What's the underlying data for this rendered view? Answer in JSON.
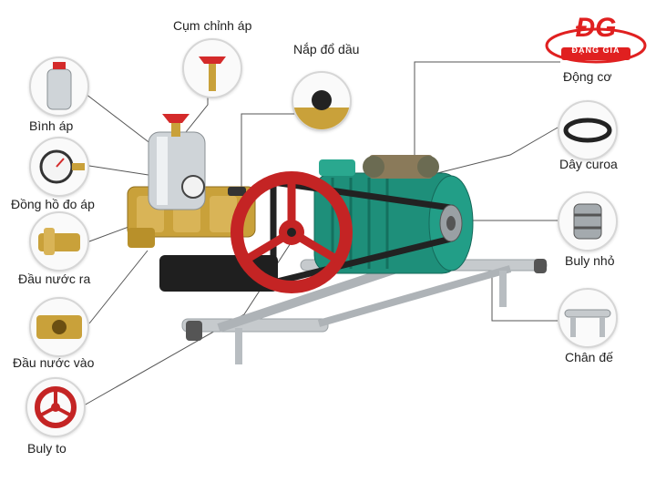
{
  "brand": {
    "logo_text": "ĐG",
    "logo_subtext": "ĐẶNG GIA",
    "color": "#e02020"
  },
  "labels": {
    "cum_chinh_ap": "Cụm chỉnh áp",
    "nap_do_dau": "Nắp đổ dầu",
    "binh_ap": "Bình áp",
    "dong_ho_do_ap": "Đồng hồ đo áp",
    "dau_nuoc_ra": "Đầu nước ra",
    "dau_nuoc_vao": "Đầu nước vào",
    "buly_to": "Buly to",
    "dong_co": "Động cơ",
    "day_curoa": "Dây curoa",
    "buly_nho": "Buly nhỏ",
    "chan_de": "Chân đế"
  },
  "colors": {
    "motor": "#1e8f7a",
    "pulley": "#d42a2a",
    "brass": "#c9a13a",
    "frame": "#bfc4c8",
    "leader": "#555555"
  },
  "icons": [
    "pressure-valve-icon",
    "oil-cap-icon",
    "pressure-tank-icon",
    "pressure-gauge-icon",
    "water-outlet-icon",
    "water-inlet-icon",
    "big-pulley-icon",
    "motor-icon",
    "belt-icon",
    "small-pulley-icon",
    "base-frame-icon"
  ]
}
